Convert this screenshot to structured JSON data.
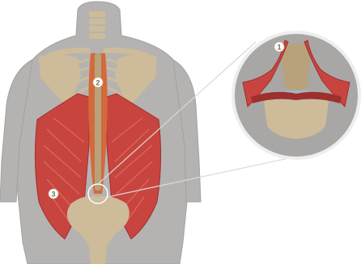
{
  "figure": {
    "colors": {
      "background": "#ffffff",
      "body": "#b5b3b1",
      "body_outline": "#a3a19f",
      "bone": "#cdbb9a",
      "bone_dark": "#b8a27c",
      "muscle": "#c8453f",
      "muscle_dark": "#9e2f2c",
      "muscle_light": "#e0706a",
      "erector": "#d46a3c",
      "disc": "#9fb8c9",
      "zoom_bg": "#a9a7a5",
      "marker_fill": "#ffffff",
      "marker_text": "#7a6a55",
      "leader": "#d9d9d9"
    },
    "markers": [
      {
        "id": "marker-1",
        "label": "1"
      },
      {
        "id": "marker-2",
        "label": "2"
      },
      {
        "id": "marker-3",
        "label": "3"
      }
    ]
  }
}
